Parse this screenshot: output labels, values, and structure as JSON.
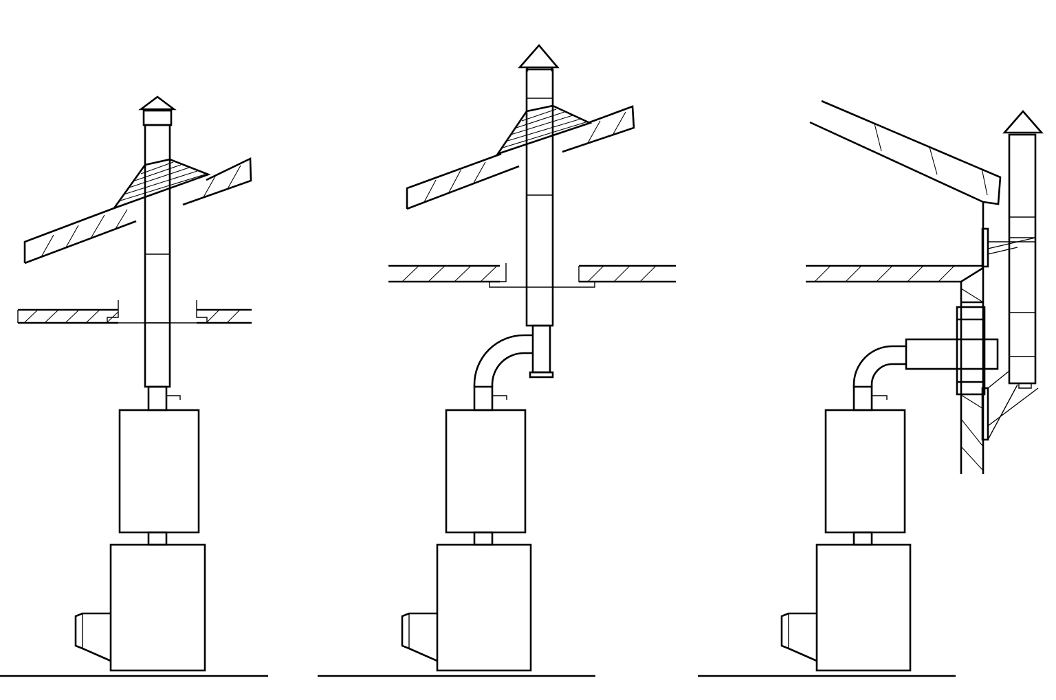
{
  "diagram": {
    "description_items": [],
    "colors": {
      "line": "#000000",
      "background": "#ffffff"
    },
    "installations": [
      {
        "id": "through-roof",
        "variant": "straight"
      },
      {
        "id": "through-roof-offset",
        "variant": "elbow"
      },
      {
        "id": "through-wall",
        "variant": "external"
      }
    ]
  }
}
